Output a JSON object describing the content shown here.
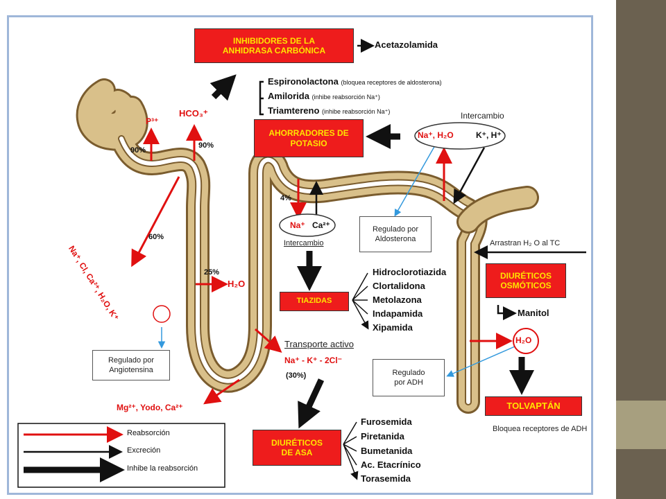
{
  "boxes": {
    "anhidrasa": "INHIBIDORES DE LA ANHIDRASA CARBÓNICA",
    "ahorradores": "AHORRADORES DE POTASIO",
    "tiazidas": "TIAZIDAS",
    "osmoticos": "DIURÉTICOS OSMÓTICOS",
    "tolvaptan": "TOLVAPTÁN",
    "asa": "DIURÉTICOS DE ASA"
  },
  "drugs": {
    "acetazolamida": "Acetazolamida",
    "ahorradores": [
      {
        "name": "Espironolactona",
        "note": "(bloquea receptores de aldosterona)"
      },
      {
        "name": "Amilorida",
        "note": "(inhibe reabsorción Na⁺)"
      },
      {
        "name": "Triamtereno",
        "note": "(inhibe reabsorción Na⁺)"
      }
    ],
    "tiazidas": [
      "Hidroclorotiazida",
      "Clortalidona",
      "Metolazona",
      "Indapamida",
      "Xipamida"
    ],
    "asa": [
      "Furosemida",
      "Piretanida",
      "Bumetanida",
      "Ac. Etacrínico",
      "Torasemida"
    ],
    "manitol": "Manitol"
  },
  "labels": {
    "p": "P³⁺",
    "hco3": "HCO₃⁺",
    "pct90a": "90%",
    "pct90b": "90%",
    "pct60": "60%",
    "pct25": "25%",
    "pct4": "4%",
    "pct30": "(30%)",
    "h2o_loop": "H₂O",
    "h2o_collect": "H₂O",
    "ions_proximal": "Na⁺, Cl, Ca²⁺, H₂O, K⁺",
    "mg": "Mg²⁺, Yodo, Ca²⁺",
    "na_h2o": "Na⁺, H₂O",
    "k_h": "K⁺, H⁺",
    "intercambio_top": "Intercambio",
    "intercambio_mid": "Intercambio",
    "na": "Na⁺",
    "ca": "Ca²⁺",
    "transporte": "Transporte activo",
    "nakcl": "Na⁺ - K⁺ - 2Cl⁻",
    "arrastran": "Arrastran H₂ O al TC",
    "bloquea": "Bloquea receptores de ADH"
  },
  "regulated": {
    "angiotensina": "Regulado por Angiotensina",
    "aldosterona": "Regulado por Aldosterona",
    "adh": "Regulado por ADH"
  },
  "legend": {
    "reabsorcion": "Reabsorción",
    "excrecion": "Excreción",
    "inhibe": "Inhibe la reabsorción"
  },
  "colors": {
    "red": "#e01010",
    "box_red": "#ee1c1c",
    "box_text": "#ffe400",
    "tube": "#d9c08a",
    "blue": "#3399dd"
  }
}
